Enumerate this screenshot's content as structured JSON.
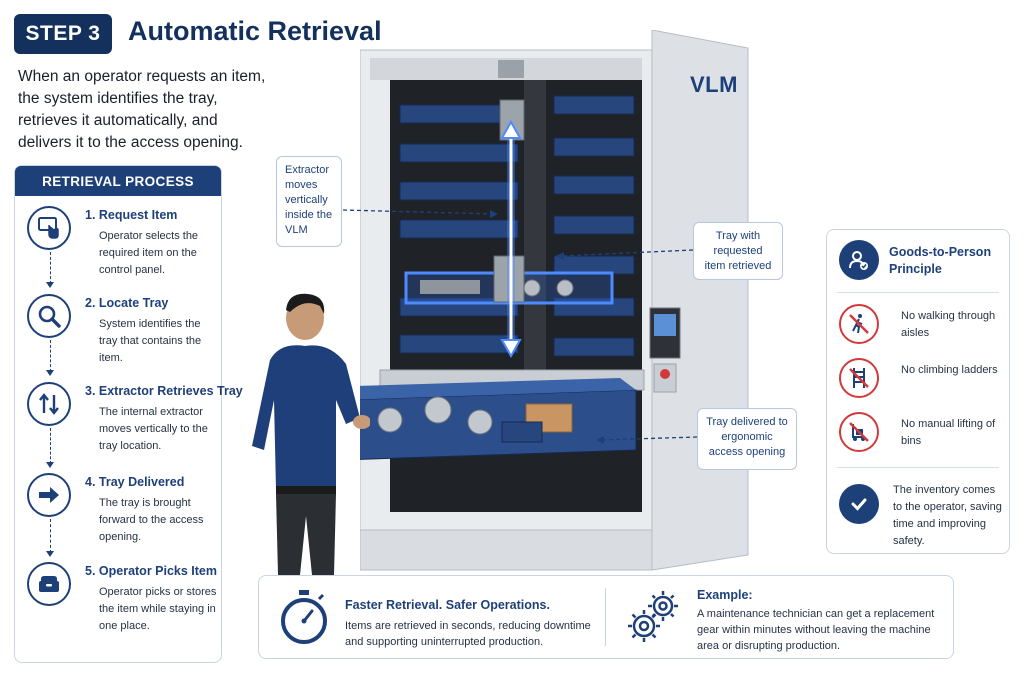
{
  "header": {
    "step_badge": "STEP 3",
    "title": "Automatic Retrieval",
    "intro": "When an operator requests an item, the system identifies the tray, retrieves it automatically, and delivers it to the access opening."
  },
  "process": {
    "heading": "RETRIEVAL PROCESS",
    "steps": [
      {
        "title": "1. Request Item",
        "desc": "Operator selects the required item on the control panel.",
        "icon": "touch-screen-icon"
      },
      {
        "title": "2. Locate Tray",
        "desc": "System identifies the tray that contains the item.",
        "icon": "magnifier-icon"
      },
      {
        "title": "3. Extractor Retrieves Tray",
        "desc": "The internal extractor moves vertically to the tray location.",
        "icon": "up-down-arrows-icon"
      },
      {
        "title": "4. Tray Delivered",
        "desc": "The tray is brought forward to the access opening.",
        "icon": "right-arrow-icon"
      },
      {
        "title": "5. Operator Picks Item",
        "desc": "Operator picks or stores the item while staying in one place.",
        "icon": "tray-box-icon"
      }
    ]
  },
  "machine": {
    "label": "VLM"
  },
  "callouts": {
    "extractor": "Extractor moves vertically inside the VLM",
    "tray_requested": "Tray with requested item retrieved",
    "tray_delivered": "Tray delivered to ergonomic access opening"
  },
  "goods_to_person": {
    "title": "Goods-to-Person Principle",
    "items": [
      {
        "text": "No walking through aisles",
        "icon": "no-walking-icon"
      },
      {
        "text": "No climbing ladders",
        "icon": "no-ladder-icon"
      },
      {
        "text": "No manual lifting of bins",
        "icon": "no-lifting-icon"
      }
    ],
    "summary": "The inventory comes to the operator, saving time and improving safety."
  },
  "bottom": {
    "title": "Faster Retrieval. Safer Operations.",
    "text": "Items are retrieved in seconds, reducing downtime and supporting uninterrupted production.",
    "example_title": "Example:",
    "example_text": "A maintenance technician can get a replacement gear within minutes without leaving the machine area or disrupting production."
  },
  "colors": {
    "navy": "#13315c",
    "accent_blue": "#1e4079",
    "glow_blue": "#2f6fe0",
    "prohibit_red": "#d23a3a"
  }
}
